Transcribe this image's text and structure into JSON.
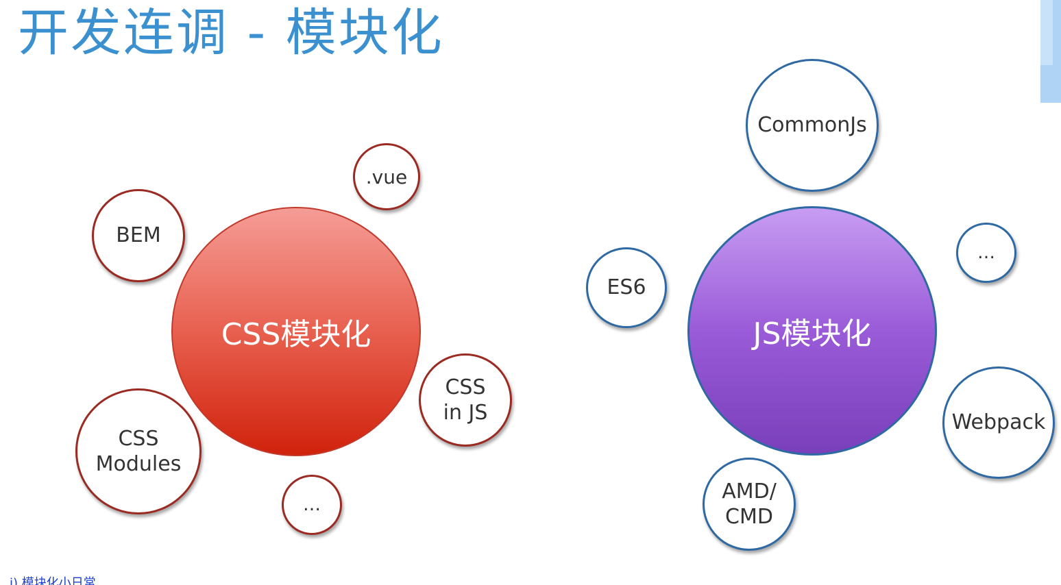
{
  "slide": {
    "title": "开发连调 - 模块化",
    "footer_link": "ⅰ) 模块化小日常"
  },
  "colors": {
    "title": "#3b90cf",
    "css_hub": "#e8604f",
    "js_hub": "#9a5bd8",
    "red_border": "#9a2a22",
    "blue_border": "#2e69a3"
  },
  "css_group": {
    "hub_label": "CSS模块化",
    "satellites": {
      "vue": ".vue",
      "bem": "BEM",
      "css_in_js": "CSS\nin JS",
      "css_modules": "CSS\nModules",
      "more": "…"
    }
  },
  "js_group": {
    "hub_label": "JS模块化",
    "satellites": {
      "commonjs": "CommonJs",
      "es6": "ES6",
      "more": "…",
      "webpack": "Webpack",
      "amd_cmd": "AMD/\nCMD"
    }
  }
}
